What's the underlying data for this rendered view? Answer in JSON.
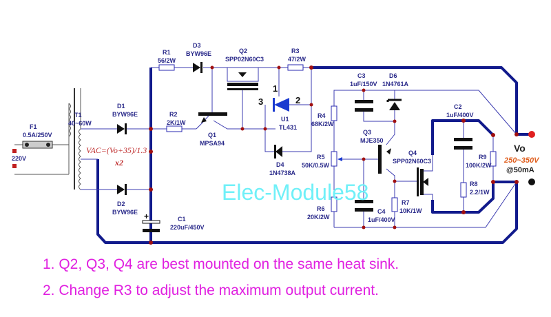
{
  "diagram": {
    "components": {
      "F1": {
        "ref": "F1",
        "value": "0.5A/250V"
      },
      "input": {
        "value": "220V"
      },
      "T1": {
        "ref": "T1",
        "value": "40~60W"
      },
      "D1": {
        "ref": "D1",
        "value": "BYW96E"
      },
      "D2": {
        "ref": "D2",
        "value": "BYW96E"
      },
      "D3": {
        "ref": "D3",
        "value": "BYW96E"
      },
      "R1": {
        "ref": "R1",
        "value": "56/2W"
      },
      "R2": {
        "ref": "R2",
        "value": "2K/1W"
      },
      "Q1": {
        "ref": "Q1",
        "value": "MPSA94"
      },
      "Q2": {
        "ref": "Q2",
        "value": "SPP02N60C3"
      },
      "R3": {
        "ref": "R3",
        "value": "47/2W"
      },
      "U1": {
        "ref": "U1",
        "value": "TL431",
        "pins": [
          "1",
          "2",
          "3"
        ]
      },
      "D4": {
        "ref": "D4",
        "value": "1N4738A"
      },
      "C1": {
        "ref": "C1",
        "value": "220uF/450V",
        "polarity": "+"
      },
      "C3": {
        "ref": "C3",
        "value": "1uF/150V"
      },
      "D6": {
        "ref": "D6",
        "value": "1N4761A"
      },
      "R4": {
        "ref": "R4",
        "value": "68K/2W"
      },
      "R5": {
        "ref": "R5",
        "value": "50K/0.5W"
      },
      "R6": {
        "ref": "R6",
        "value": "20K/2W"
      },
      "Q3": {
        "ref": "Q3",
        "value": "MJE350"
      },
      "C4": {
        "ref": "C4",
        "value": "1uF/400V"
      },
      "R7": {
        "ref": "R7",
        "value": "10K/1W"
      },
      "Q4": {
        "ref": "Q4",
        "value": "SPP02N60C3"
      },
      "C2": {
        "ref": "C2",
        "value": "1uF/400V"
      },
      "R9": {
        "ref": "R9",
        "value": "100K/2W"
      },
      "R8": {
        "ref": "R8",
        "value": "2.2/1W"
      }
    },
    "formula": "VAC=(Vo+35)/1.3",
    "formula_mult": "x2",
    "output": {
      "label": "Vo",
      "range": "250~350V",
      "current": "@50mA"
    },
    "watermark": "Elec-Module58",
    "colors": {
      "wire": "#111a8c",
      "node": "#a01010",
      "output_positive": "#e02020",
      "formula": "#c03030",
      "notes": "#e020e0",
      "watermark": "#70f0f8",
      "range": "#e06020"
    }
  },
  "notes": [
    "1. Q2, Q3, Q4 are best mounted on the same heat sink.",
    "2. Change R3 to adjust the maximum output current."
  ]
}
